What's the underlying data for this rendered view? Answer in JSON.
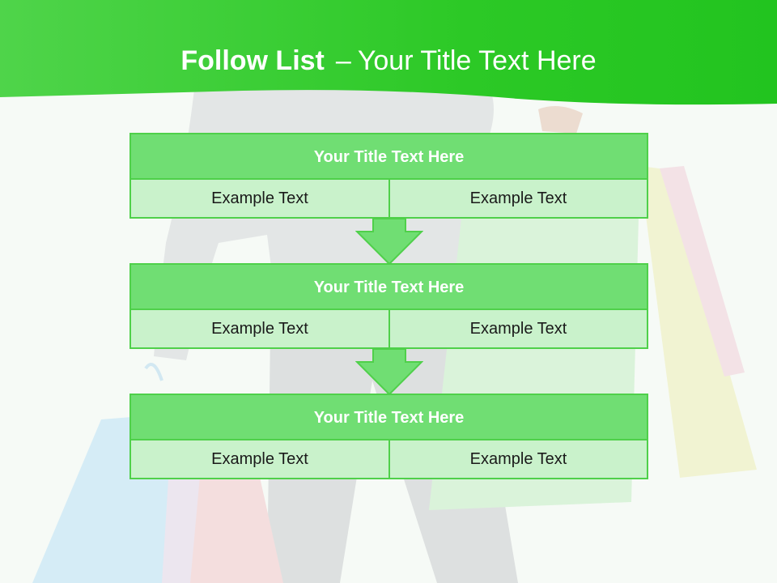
{
  "title": {
    "bold": "Follow List",
    "separator": "–",
    "rest": "Your Title Text Here"
  },
  "steps": [
    {
      "title": "Your Title Text Here",
      "left": "Example Text",
      "right": "Example Text"
    },
    {
      "title": "Your Title Text Here",
      "left": "Example Text",
      "right": "Example Text"
    },
    {
      "title": "Your Title Text Here",
      "left": "Example Text",
      "right": "Example Text"
    }
  ],
  "colors": {
    "header_green": "#22c41f",
    "title_bar": "#70de73",
    "cell_fill": "#c9f2cb",
    "border": "#4fd04a"
  },
  "icons": [
    "down-arrow-icon",
    "down-arrow-icon"
  ]
}
